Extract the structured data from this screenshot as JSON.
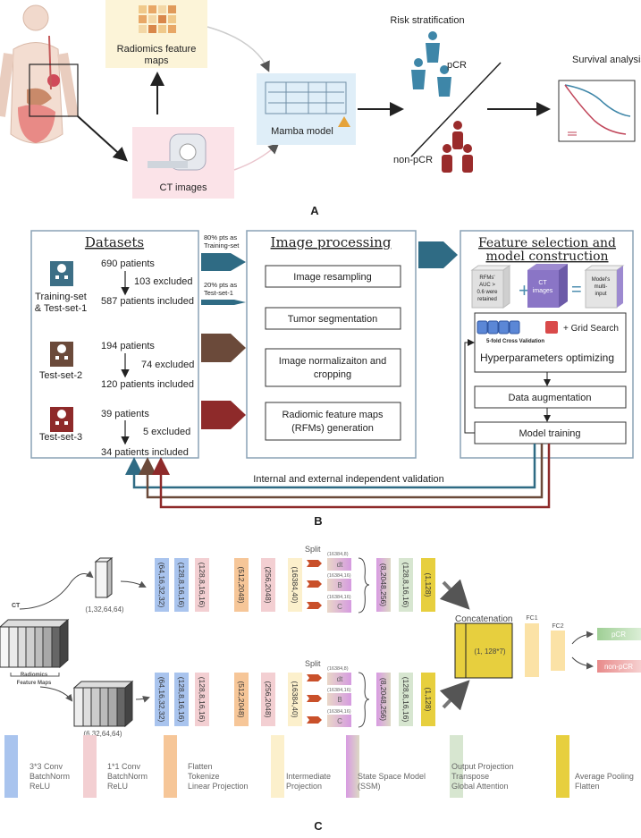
{
  "panel_a": {
    "label": "A",
    "radiomics_maps": "Radiomics feature maps",
    "radiomics_maps_l1": "Radiomics feature",
    "radiomics_maps_l2": "maps",
    "ct_images": "CT images",
    "mamba_model": "Mamba model",
    "risk_stratification": "Risk stratification",
    "pcr": "pCR",
    "non_pcr": "non-pCR",
    "survival_analysis": "Survival analysis"
  },
  "panel_b": {
    "label": "B",
    "datasets": {
      "title": "Datasets",
      "groups": [
        {
          "name_l1": "Training-set",
          "name_l2": "& Test-set-1",
          "total": "690 patients",
          "excluded": "103 excluded",
          "included": "587 patients included",
          "color": "#3d6f86"
        },
        {
          "name_l1": "Test-set-2",
          "total": "194 patients",
          "excluded": "74 excluded",
          "included": "120 patients included",
          "color": "#6b4a3a"
        },
        {
          "name_l1": "Test-set-3",
          "total": "39 patients",
          "excluded": "5 excluded",
          "included": "34 patients included",
          "color": "#8e2a2a"
        }
      ],
      "split_train_l1": "80% pts as",
      "split_train_l2": "Training-set",
      "split_test_l1": "20% pts as",
      "split_test_l2": "Test-set-1"
    },
    "image_processing": {
      "title": "Image processing",
      "steps": [
        "Image resampling",
        "Tumor segmentation",
        "Image normalizaiton and",
        "cropping",
        "Radiomic feature maps",
        "(RFMs) generation"
      ]
    },
    "feature_selection": {
      "title_l1": "Feature selection and",
      "title_l2": "model construction",
      "cube1": [
        "RFMs'",
        "AUC >",
        "0.6 were",
        "retained"
      ],
      "cube2": [
        "CT",
        "images"
      ],
      "cube3": [
        "Model's",
        "multi-",
        "input"
      ],
      "cv_label": "5-fold Cross Validation",
      "grid_search": "+ Grid Search",
      "hyper": "Hyperparameters optimizing",
      "augmentation": "Data augmentation",
      "training": "Model training"
    },
    "validation": "Internal and external independent validation"
  },
  "panel_c": {
    "label": "C",
    "ct": "CT",
    "radiomics_l1": "Radiomics",
    "radiomics_l2": "Feature Maps",
    "ct_shape": "(1,32,64,64)",
    "rfm_shape": "(6,32,64,64)",
    "layer_shapes": [
      "(64,16,32,32)",
      "(128,8,16,16)",
      "(128,8,16,16)",
      "(512,2048)",
      "(256,2048)",
      "(16384,40)"
    ],
    "split": "Split",
    "split_items": [
      {
        "shape": "(16384,8)",
        "name": "dt"
      },
      {
        "shape": "(16384,16)",
        "name": "B"
      },
      {
        "shape": "(16384,16)",
        "name": "C"
      }
    ],
    "post_shapes": [
      "(8,2048,256)",
      "(128,8,16,16)",
      "(1,128)"
    ],
    "concatenation": "Concatenation",
    "concat_shape": "(1, 128*7)",
    "fc1": "FC1",
    "fc2": "FC2",
    "out_pcr": "pCR",
    "out_non_pcr": "non-pCR",
    "legend": [
      {
        "color": "#a9c4ee",
        "lines": [
          "3*3 Conv",
          "BatchNorm",
          "ReLU"
        ]
      },
      {
        "color": "#f3cfd2",
        "lines": [
          "1*1 Conv",
          "BatchNorm",
          "ReLU"
        ]
      },
      {
        "color": "#f6c698",
        "lines": [
          "Flatten",
          "Tokenize",
          "Linear Projection"
        ]
      },
      {
        "color": "#fcf0cc",
        "lines": [
          "Intermediate",
          "Projection"
        ]
      },
      {
        "color": "#d69ae0",
        "lines": [
          "State Space Model",
          "(SSM)"
        ]
      },
      {
        "color": "#d7e6d0",
        "lines": [
          "Output Projection",
          "Transpose",
          "Global Attention"
        ]
      },
      {
        "color": "#e7cf3e",
        "lines": [
          "Average Pooling",
          "Flatten"
        ]
      }
    ]
  }
}
